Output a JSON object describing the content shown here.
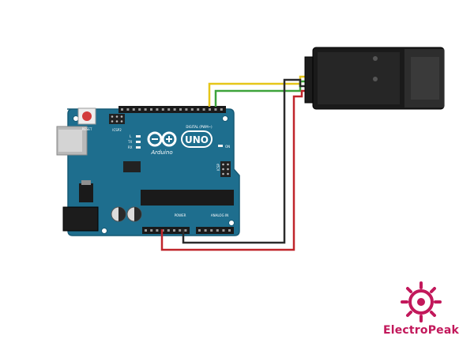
{
  "board": {
    "brand_label": "Arduino",
    "model_label": "UNO",
    "reset_label": "RESET",
    "icsp2_label": "ICSP2",
    "icsp_label": "ICSP",
    "digital_label": "DIGITAL (PWM~)",
    "power_label": "POWER",
    "analog_label": "ANALOG IN",
    "on_label": "ON",
    "tx_label": "TX",
    "rx_label": "RX",
    "l_label": "L"
  },
  "wires": [
    {
      "name": "yellow",
      "color": "#e6c619"
    },
    {
      "name": "green",
      "color": "#3ea33b"
    },
    {
      "name": "black",
      "color": "#2b2b2b"
    },
    {
      "name": "red",
      "color": "#c0252b"
    }
  ],
  "colors": {
    "board": "#1e6e8e",
    "board_edge": "#175a75",
    "sensor": "#1a1a1a",
    "brand": "#c2185b"
  },
  "watermark": {
    "text": "ElectroPeak"
  }
}
